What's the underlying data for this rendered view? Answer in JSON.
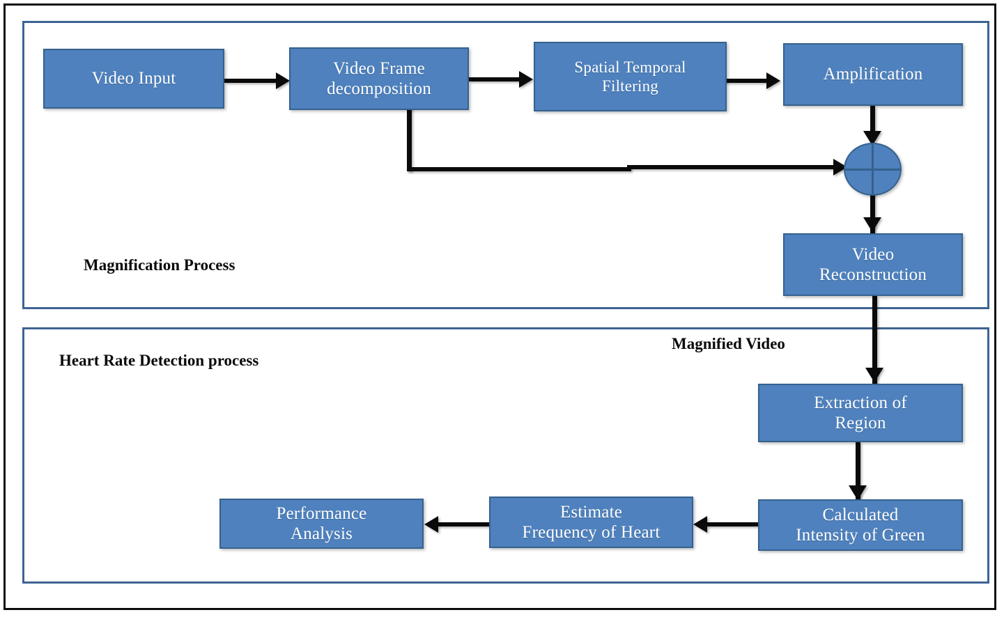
{
  "diagram": {
    "title_present": false,
    "colors": {
      "box_fill": "#4e81bd",
      "box_border": "#36618e",
      "panel_border": "#3d6392",
      "outer_frame": "#0d0d0d",
      "connector": "#0a0a0a",
      "box_text": "#ffffff",
      "label_text": "#0a0a0a",
      "background": "#ffffff"
    },
    "panels": [
      {
        "id": "magnification",
        "label": "Magnification Process"
      },
      {
        "id": "heartrate",
        "label": "Heart Rate Detection process"
      }
    ],
    "edge_labels": [
      {
        "id": "magnified-video",
        "label": "Magnified Video"
      }
    ],
    "nodes": [
      {
        "id": "video-input",
        "label": "Video Input",
        "lines": [
          "Video Input"
        ]
      },
      {
        "id": "video-frame-decomposition",
        "label": "Video Frame decomposition",
        "lines": [
          "Video Frame",
          "decomposition"
        ]
      },
      {
        "id": "spatial-temporal-filtering",
        "label": "Spatial Temporal Filtering",
        "lines": [
          "Spatial Temporal",
          "Filtering"
        ]
      },
      {
        "id": "amplification",
        "label": "Amplification",
        "lines": [
          "Amplification"
        ]
      },
      {
        "id": "summing-junction",
        "label": "+",
        "lines": [
          "+"
        ]
      },
      {
        "id": "video-reconstruction",
        "label": "Video Reconstruction",
        "lines": [
          "Video",
          "Reconstruction"
        ]
      },
      {
        "id": "extraction-of-region",
        "label": "Extraction of Region",
        "lines": [
          "Extraction of",
          "Region"
        ]
      },
      {
        "id": "calculated-intensity-of-green",
        "label": "Calculated Intensity of Green",
        "lines": [
          "Calculated",
          "Intensity of Green"
        ]
      },
      {
        "id": "estimate-frequency-of-heart",
        "label": "Estimate Frequency of Heart",
        "lines": [
          "Estimate",
          "Frequency of Heart"
        ]
      },
      {
        "id": "performance-analysis",
        "label": "Performance Analysis",
        "lines": [
          "Performance",
          "Analysis"
        ]
      }
    ],
    "edges": [
      {
        "from": "video-input",
        "to": "video-frame-decomposition",
        "direction": "right"
      },
      {
        "from": "video-frame-decomposition",
        "to": "spatial-temporal-filtering",
        "direction": "right"
      },
      {
        "from": "spatial-temporal-filtering",
        "to": "amplification",
        "direction": "right"
      },
      {
        "from": "amplification",
        "to": "summing-junction",
        "direction": "down"
      },
      {
        "from": "video-frame-decomposition",
        "to": "summing-junction",
        "direction": "right",
        "routing": "down-then-right"
      },
      {
        "from": "summing-junction",
        "to": "video-reconstruction",
        "direction": "down"
      },
      {
        "from": "video-reconstruction",
        "to": "extraction-of-region",
        "direction": "down",
        "label": "Magnified Video"
      },
      {
        "from": "extraction-of-region",
        "to": "calculated-intensity-of-green",
        "direction": "down"
      },
      {
        "from": "calculated-intensity-of-green",
        "to": "estimate-frequency-of-heart",
        "direction": "left"
      },
      {
        "from": "estimate-frequency-of-heart",
        "to": "performance-analysis",
        "direction": "left"
      }
    ]
  }
}
